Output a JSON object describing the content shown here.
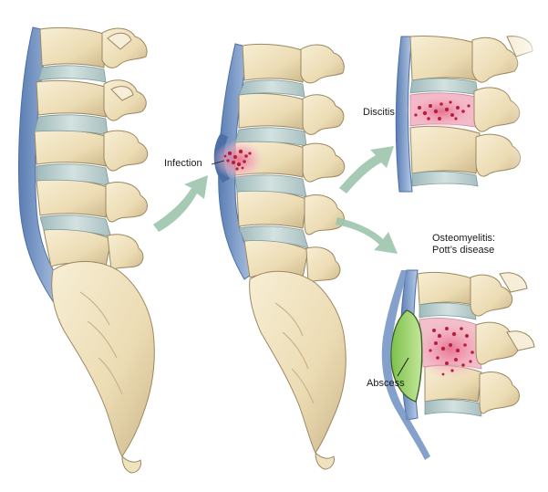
{
  "labels": {
    "infection": "Infection",
    "discitis": "Discitis",
    "osteomyelitis_line1": "Osteomyelitis:",
    "osteomyelitis_line2": "Pott’s disease",
    "abscess": "Abscess"
  },
  "colors": {
    "bone": "#efe2bf",
    "bone_shade": "#c9b48a",
    "bone_outline": "#9c8860",
    "disc": "#b9cfcf",
    "ligament": "#7f9fc6",
    "ligament_dark": "#4d6fa7",
    "infection": "#b0213f",
    "infection_glow": "#f2a2b6",
    "abscess": "#9fd26a",
    "abscess_outline": "#3b5f2c",
    "arrow": "#9cc4ac"
  },
  "icons": {
    "arrow_to_discitis": "curved-arrow-icon",
    "arrow_to_osteomyelitis": "curved-arrow-icon"
  }
}
